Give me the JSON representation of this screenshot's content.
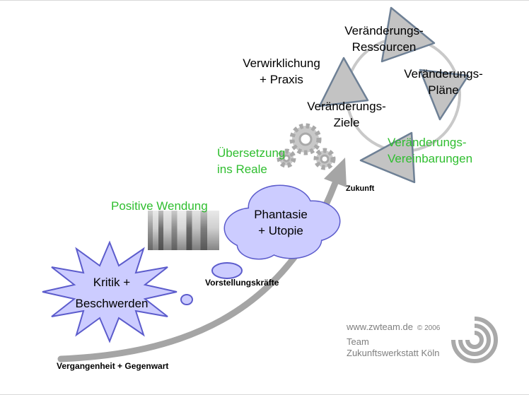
{
  "colors": {
    "green_text": "#2fbe2f",
    "node_fill": "#ccccff",
    "node_stroke": "#5c5ccc",
    "triangle_fill": "#c3c3c3",
    "triangle_stroke": "#6e8095",
    "arrow": "#a5a5a5",
    "ring": "#c9c9c9",
    "gear": "#a9a9a9",
    "footer_text": "#7f7f7f"
  },
  "labels": {
    "verwirklichung": "Verwirklichung\n+ Praxis",
    "ressourcen": "Veränderungs-\nRessourcen",
    "plaene": "Veränderungs-\nPläne",
    "ziele": "Veränderungs-\nZiele",
    "vereinbarungen": "Veränderungs-\nVereinbarungen",
    "uebersetzung": "Übersetzung\nins Reale",
    "positive_wendung": "Positive Wendung",
    "phantasie": "Phantasie\n+ Utopie",
    "kritik": "Kritik +\nBeschwerden",
    "vorstellungskraefte": "Vorstellungskräfte",
    "zukunft": "Zukunft",
    "vergangenheit": "Vergangenheit + Gegenwart"
  },
  "footer": {
    "website": "www.zwteam.de",
    "copyright": "© 2006",
    "team": "Team\nZukunftswerkstatt Köln"
  },
  "icons": {
    "gears": "gear-icon",
    "logo": "spiral-logo-icon",
    "photo": "people-photo"
  }
}
